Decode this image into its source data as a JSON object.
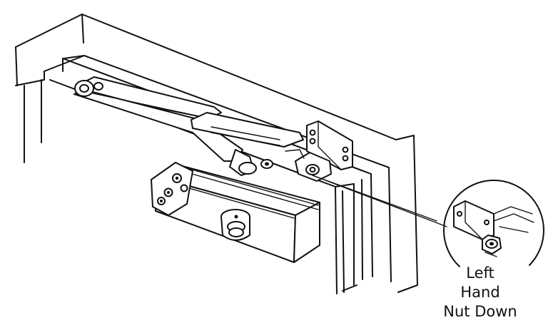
{
  "callout": {
    "caption_lines": [
      "Left",
      "Hand",
      "Nut Down"
    ]
  },
  "colors": {
    "ink": "#111111",
    "paper": "#ffffff"
  }
}
